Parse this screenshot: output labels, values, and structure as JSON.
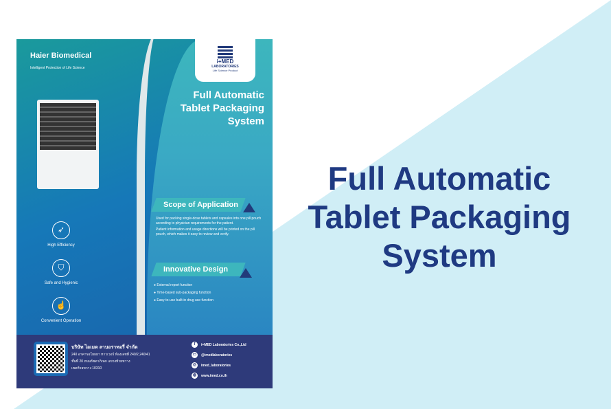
{
  "title": [
    "Full Automatic",
    "Tablet Packaging",
    "System"
  ],
  "poster": {
    "brand": "Haier Biomedical",
    "brand_tagline": "Intelligent Protection of Life Science",
    "logo": {
      "name": "i+MED",
      "sub": "LABORATORIES",
      "tagline": "Life Science Product"
    },
    "features": [
      "High Efficiency",
      "Safe and Hygienic",
      "Convenient Operation"
    ],
    "scope_heading": "Scope of Application",
    "scope_text": [
      "Used for packing single-dose tablets and capsules into one pill pouch according to physician requirements for the patient.",
      "Patient information and usage directions will be printed on the pill pouch, which makes it easy to review and verify."
    ],
    "design_heading": "Innovative Design",
    "design_items": [
      "External report function",
      "Time-based sub-packaging function",
      "Easy-to-use built-in drug use function"
    ],
    "footer": {
      "company": "บริษัท ไอเมด ลาบอราทอรี่ จำกัด",
      "addr": [
        "240 อาคารอโยธยา ทาวเวอร์ ห้องเลขที่ 240/2,240/41",
        "ชั้นที่ 20 ถนนรัชดาภิเษก แขวงห้วยขวาง",
        "เขตห้วยขวาง 10310"
      ],
      "social": [
        "i+MED Laboratories Co.,Ltd",
        "@imedlaboratories",
        "imed_laboratories",
        "www.imed.co.th"
      ]
    }
  }
}
